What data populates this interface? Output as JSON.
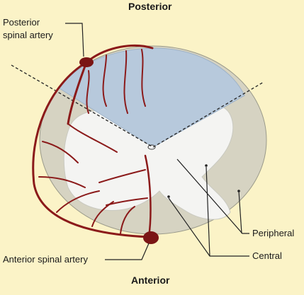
{
  "diagram": {
    "title_top": "Posterior",
    "title_bottom": "Anterior",
    "labels": {
      "posterior_artery_line1": "Posterior",
      "posterior_artery_line2": "spinal artery",
      "anterior_artery": "Anterior spinal artery",
      "peripheral": "Peripheral",
      "central": "Central"
    },
    "colors": {
      "background": "#fbf3c7",
      "white_matter": "#d6d3c2",
      "grey_matter": "#f4f4f2",
      "posterior_territory": "#b7c9dc",
      "artery": "#8b1a1a",
      "artery_node": "#7a1515"
    }
  }
}
